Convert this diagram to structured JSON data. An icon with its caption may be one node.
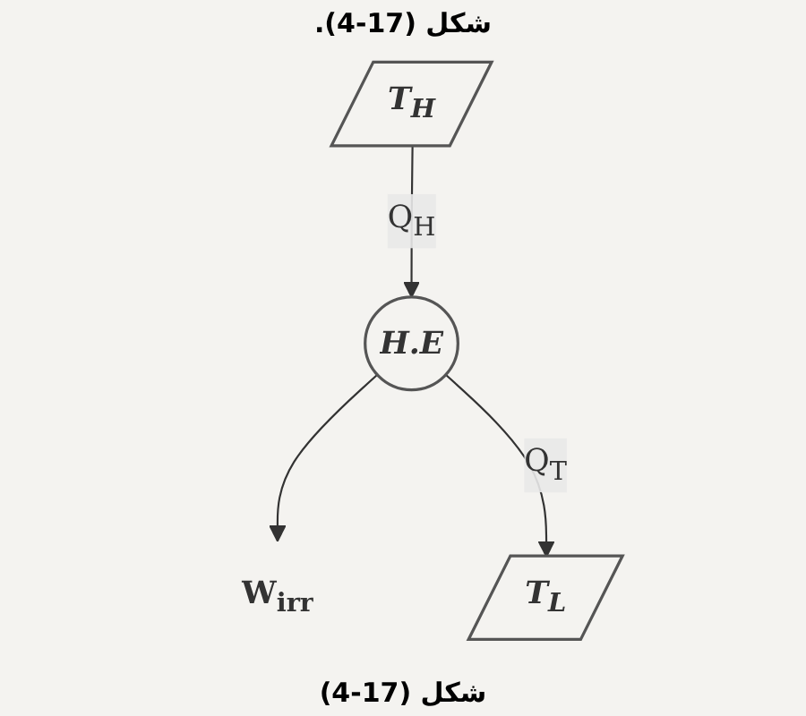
{
  "diagram": {
    "caption": "شكل (17-4)",
    "nodes": [
      {
        "text": [
          "T$_{H}$"
        ]
      },
      {
        "text": [
          "H.E"
        ]
      },
      {
        "text": [
          "W$_{irr}$"
        ]
      },
      {
        "text": [
          "T$_{L}$"
        ]
      }
    ],
    "edges": [
      {
        "from": 0,
        "to": 1,
        "arrow": "to",
        "label": "Q$_{H}$"
      },
      {
        "from": 1,
        "to": 2,
        "arrow": "to"
      },
      {
        "from": 1,
        "to": 3,
        "arrow": "to",
        "label": "Q$_{T}$"
      }
    ],
    "labels": [
      "شكل (17-4)."
    ]
  }
}
